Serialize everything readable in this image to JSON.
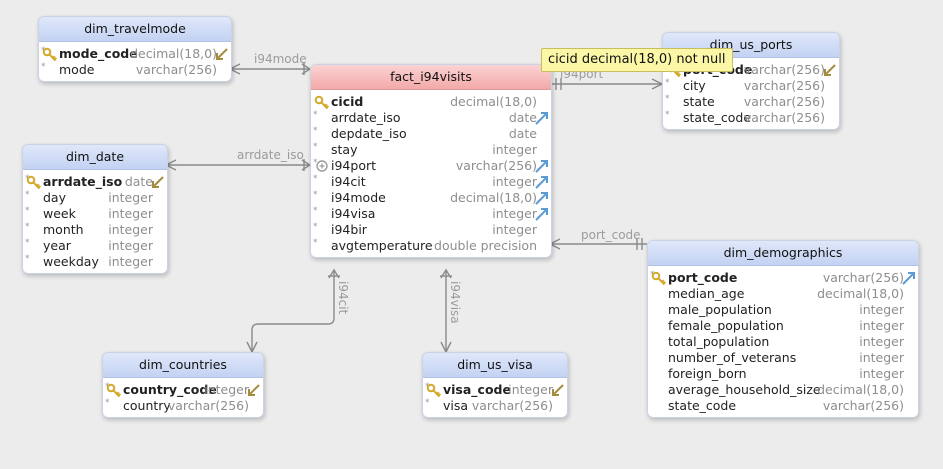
{
  "colors": {
    "table_header": "#c3d2f3",
    "fact_header": "#f3a9a9",
    "edge": "#8a8a8a",
    "tooltip_bg": "#fcf6a7",
    "key_icon": "#d4a82a",
    "fk_arrow": "#5b9bd5"
  },
  "tooltip": {
    "text": "cicid decimal(18,0) not null"
  },
  "tables": {
    "dim_travelmode": {
      "title": "dim_travelmode",
      "columns": [
        {
          "name": "mode_code",
          "type": "decimal(18,0)",
          "key": "pk",
          "marker": "*",
          "link": "key-arrow"
        },
        {
          "name": "mode",
          "type": "varchar(256)",
          "marker": "*"
        }
      ]
    },
    "fact_i94visits": {
      "title": "fact_i94visits",
      "columns": [
        {
          "name": "cicid",
          "type": "decimal(18,0)",
          "key": "pk",
          "marker": ""
        },
        {
          "name": "arrdate_iso",
          "type": "date",
          "marker": "*",
          "link": "fk-arrow"
        },
        {
          "name": "depdate_iso",
          "type": "date",
          "marker": "*"
        },
        {
          "name": "stay",
          "type": "integer",
          "marker": "*"
        },
        {
          "name": "i94port",
          "type": "varchar(256)",
          "key": "fk",
          "marker": "*",
          "link": "fk-arrow"
        },
        {
          "name": "i94cit",
          "type": "integer",
          "marker": "*",
          "link": "fk-arrow"
        },
        {
          "name": "i94mode",
          "type": "decimal(18,0)",
          "marker": "*",
          "link": "fk-arrow"
        },
        {
          "name": "i94visa",
          "type": "integer",
          "marker": "*",
          "link": "fk-arrow"
        },
        {
          "name": "i94bir",
          "type": "integer",
          "marker": "*"
        },
        {
          "name": "avgtemperature",
          "type": "double precision",
          "marker": "*"
        }
      ]
    },
    "dim_us_ports": {
      "title": "dim_us_ports",
      "columns": [
        {
          "name": "port_code",
          "type": "varchar(256)",
          "key": "pk",
          "marker": "*",
          "link": "key-arrow"
        },
        {
          "name": "city",
          "type": "varchar(256)",
          "marker": "*"
        },
        {
          "name": "state",
          "type": "varchar(256)",
          "marker": "*"
        },
        {
          "name": "state_code",
          "type": "varchar(256)",
          "marker": "*"
        }
      ]
    },
    "dim_date": {
      "title": "dim_date",
      "columns": [
        {
          "name": "arrdate_iso",
          "type": "date",
          "key": "pk",
          "marker": "*",
          "link": "key-arrow"
        },
        {
          "name": "day",
          "type": "integer",
          "marker": "*"
        },
        {
          "name": "week",
          "type": "integer",
          "marker": "*"
        },
        {
          "name": "month",
          "type": "integer",
          "marker": "*"
        },
        {
          "name": "year",
          "type": "integer",
          "marker": "*"
        },
        {
          "name": "weekday",
          "type": "integer",
          "marker": "*"
        }
      ]
    },
    "dim_demographics": {
      "title": "dim_demographics",
      "columns": [
        {
          "name": "port_code",
          "type": "varchar(256)",
          "key": "pk",
          "marker": "*",
          "link": "fk-arrow"
        },
        {
          "name": "median_age",
          "type": "decimal(18,0)",
          "marker": ""
        },
        {
          "name": "male_population",
          "type": "integer",
          "marker": ""
        },
        {
          "name": "female_population",
          "type": "integer",
          "marker": ""
        },
        {
          "name": "total_population",
          "type": "integer",
          "marker": ""
        },
        {
          "name": "number_of_veterans",
          "type": "integer",
          "marker": ""
        },
        {
          "name": "foreign_born",
          "type": "integer",
          "marker": ""
        },
        {
          "name": "average_household_size",
          "type": "decimal(18,0)",
          "marker": ""
        },
        {
          "name": "state_code",
          "type": "varchar(256)",
          "marker": ""
        }
      ]
    },
    "dim_countries": {
      "title": "dim_countries",
      "columns": [
        {
          "name": "country_code",
          "type": "integer",
          "key": "pk",
          "marker": "*",
          "link": "key-arrow"
        },
        {
          "name": "country",
          "type": "varchar(256)",
          "marker": "*"
        }
      ]
    },
    "dim_us_visa": {
      "title": "dim_us_visa",
      "columns": [
        {
          "name": "visa_code",
          "type": "integer",
          "key": "pk",
          "marker": "*",
          "link": "key-arrow"
        },
        {
          "name": "visa",
          "type": "varchar(256)",
          "marker": "*"
        }
      ]
    }
  },
  "relations": [
    {
      "label": "i94mode"
    },
    {
      "label": "i94port"
    },
    {
      "label": "arrdate_iso"
    },
    {
      "label": "port_code"
    },
    {
      "label": "i94cit"
    },
    {
      "label": "i94visa"
    }
  ]
}
